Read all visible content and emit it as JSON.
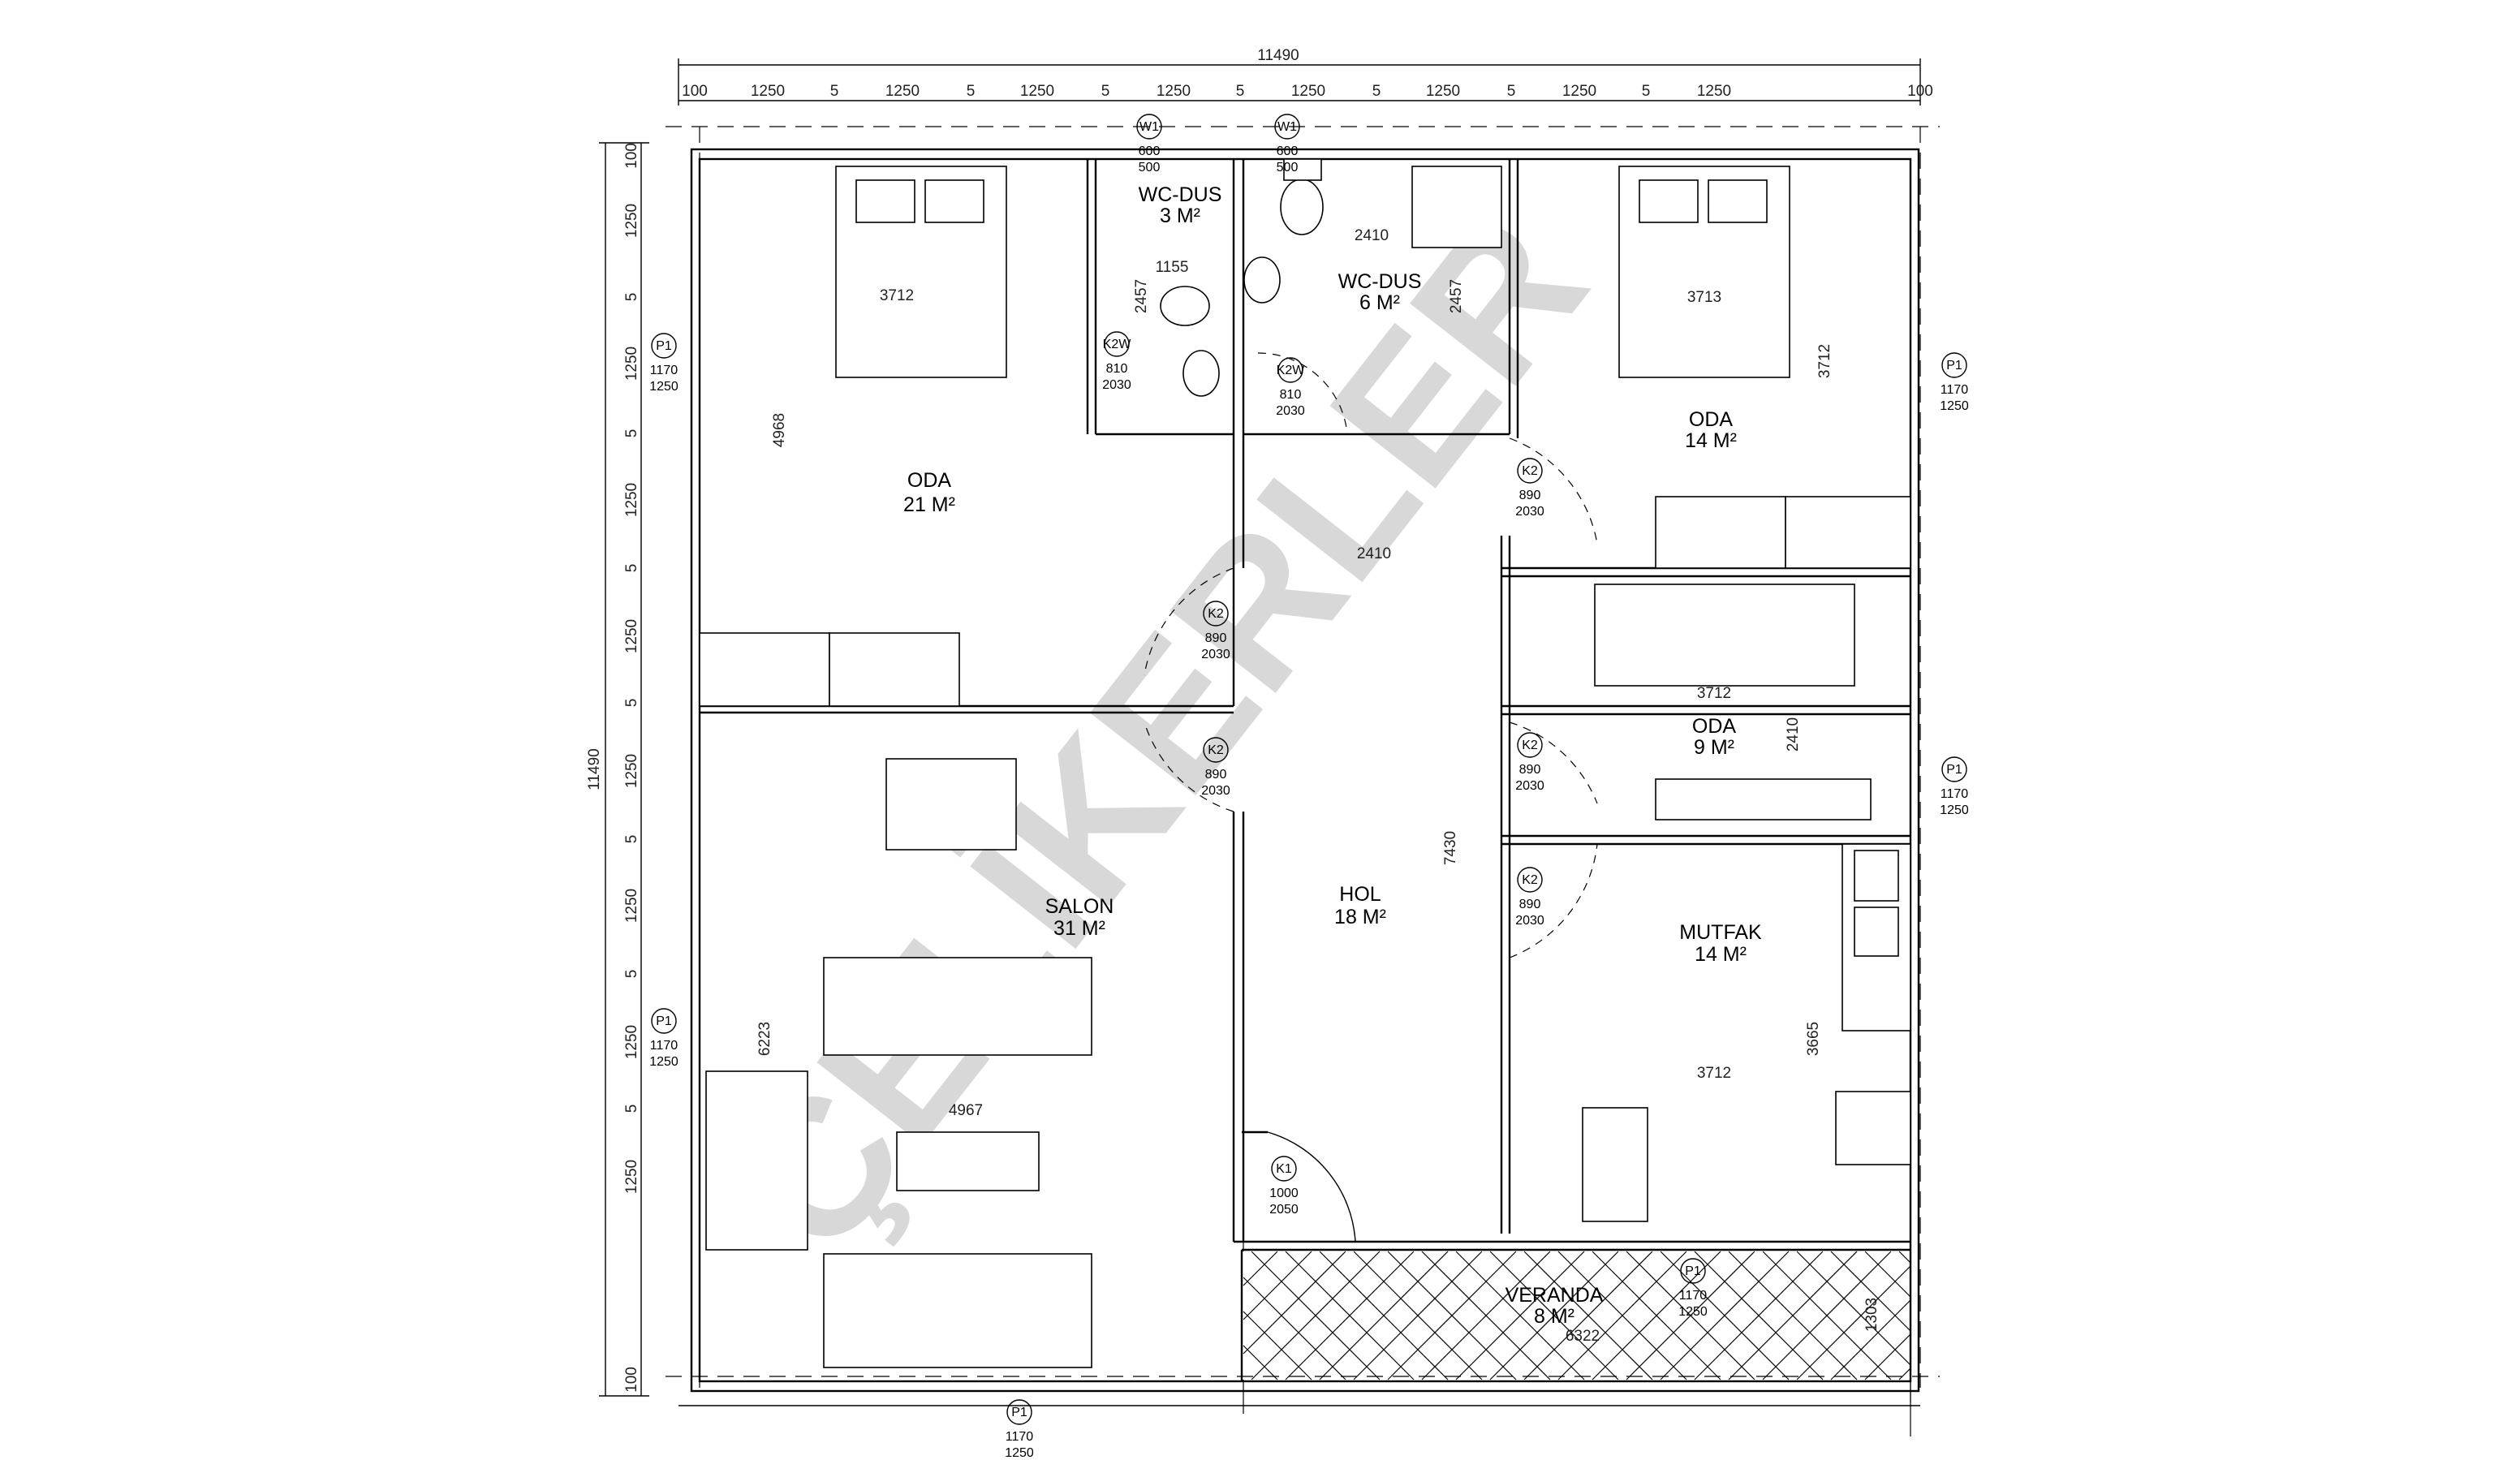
{
  "drawing": {
    "watermark": "ÇELİKERLER",
    "overall_width": "11490",
    "overall_height": "11490",
    "top_dimensions": [
      "100",
      "1250",
      "5",
      "1250",
      "5",
      "1250",
      "5",
      "1250",
      "5",
      "1250",
      "5",
      "1250",
      "5",
      "1250",
      "5",
      "1250",
      "100"
    ],
    "left_dimensions": [
      "100",
      "1250",
      "5",
      "1250",
      "5",
      "1250",
      "5",
      "1250",
      "5",
      "1250",
      "5",
      "1250",
      "5",
      "1250",
      "5",
      "1250",
      "100"
    ]
  },
  "rooms": {
    "oda_big": {
      "name": "ODA",
      "area": "21 M²"
    },
    "wc_small": {
      "name": "WC-DUS",
      "area": "3 M²"
    },
    "wc_big": {
      "name": "WC-DUS",
      "area": "6 M²"
    },
    "oda_right": {
      "name": "ODA",
      "area": "14 M²"
    },
    "oda_small": {
      "name": "ODA",
      "area": "9 M²"
    },
    "salon": {
      "name": "SALON",
      "area": "31 M²"
    },
    "hol": {
      "name": "HOL",
      "area": "18 M²"
    },
    "mutfak": {
      "name": "MUTFAK",
      "area": "14 M²"
    },
    "veranda": {
      "name": "VERANDA",
      "area": "8 M²"
    }
  },
  "interior_dimensions": {
    "oda_big_w": "3712",
    "oda_big_h": "4968",
    "wc_small_w": "1155",
    "wc_small_h": "2457",
    "wc_big_w": "2410",
    "wc_big_h": "2457",
    "oda_right_w": "3713",
    "oda_right_h": "3712",
    "hol_w": "2410",
    "hol_h": "7430",
    "oda_small_w": "3712",
    "oda_small_h": "2410",
    "salon_w": "4967",
    "salon_h": "6223",
    "mutfak_w": "3712",
    "mutfak_h": "3665",
    "veranda_w": "6322",
    "veranda_h": "1303"
  },
  "openings": {
    "w1": {
      "code": "W1",
      "w": "600",
      "h": "500"
    },
    "p1": {
      "code": "P1",
      "w": "1170",
      "h": "1250"
    },
    "k2": {
      "code": "K2",
      "w": "890",
      "h": "2030"
    },
    "k2w": {
      "code": "K2W",
      "w": "810",
      "h": "2030"
    },
    "k1": {
      "code": "K1",
      "w": "1000",
      "h": "2050"
    }
  }
}
